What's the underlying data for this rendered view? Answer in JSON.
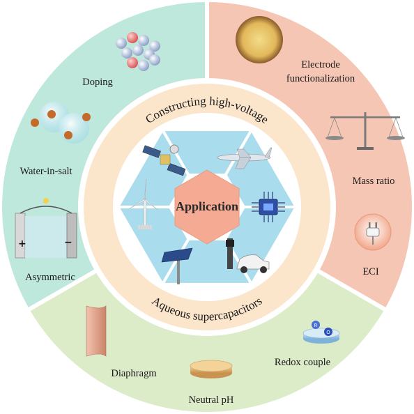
{
  "center_label": "Application",
  "ring_top": "Constructing high-voltage",
  "ring_bottom": "Aqueous supercapacitors",
  "sectors": {
    "left": {
      "color": "#bfe8dc",
      "items": [
        "Doping",
        "Water-in-salt",
        "Asymmetric"
      ]
    },
    "right": {
      "color": "#f5c6b4",
      "items": [
        "Electrode functionalization",
        "Mass ratio",
        "ECI"
      ]
    },
    "bottom": {
      "color": "#dcebc8",
      "items": [
        "Diaphragm",
        "Neutral pH",
        "Redox couple"
      ]
    }
  },
  "labels": {
    "doping": "Doping",
    "water_in_salt": "Water-in-salt",
    "asymmetric": "Asymmetric",
    "electrode_line1": "Electrode",
    "electrode_line2": "functionalization",
    "mass_ratio": "Mass ratio",
    "eci": "ECI",
    "diaphragm": "Diaphragm",
    "neutral_ph": "Neutral pH",
    "redox_couple": "Redox couple"
  },
  "applications": [
    "satellite",
    "airplane",
    "chip",
    "electric-car",
    "solar-panel",
    "wind-turbine"
  ],
  "colors": {
    "inner_ring": "#fbe6cc",
    "hex_tile": "#a9dcec",
    "hexagon": "#f5ab93"
  }
}
